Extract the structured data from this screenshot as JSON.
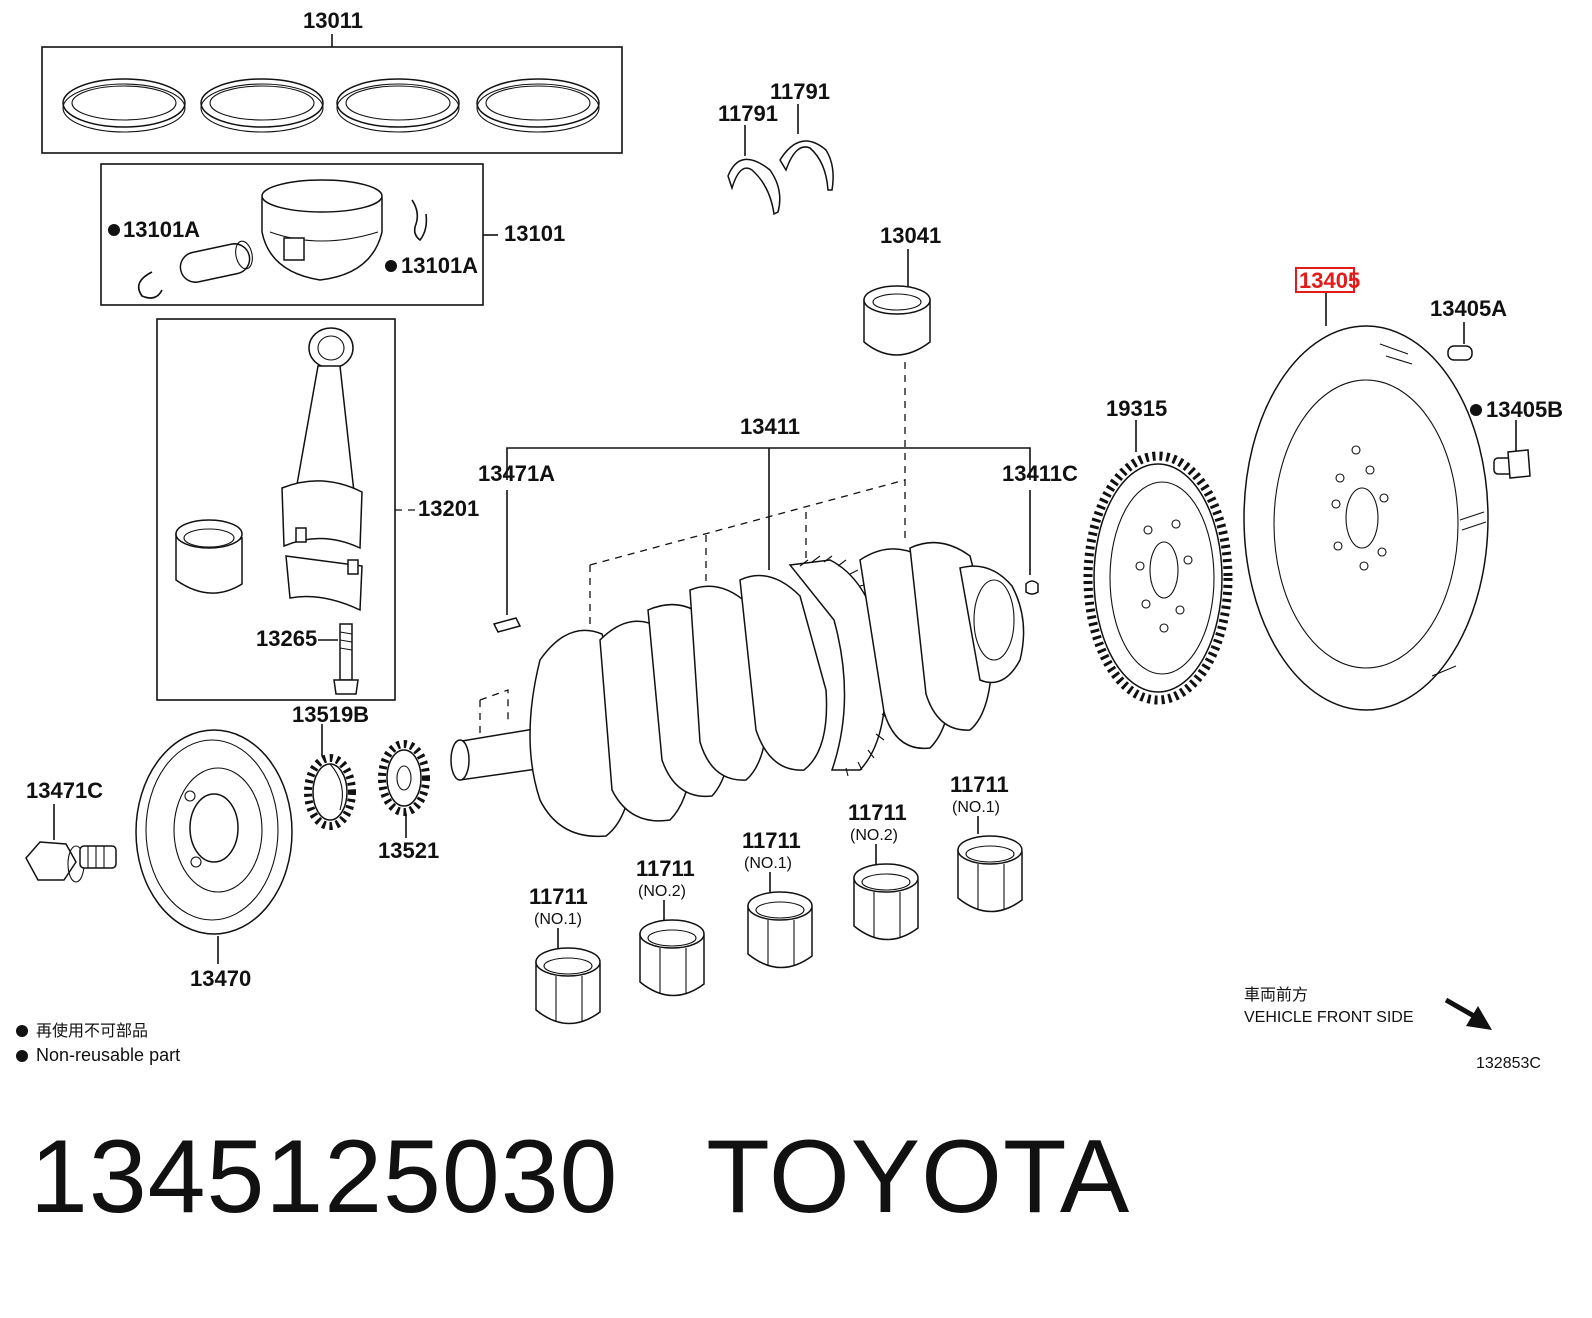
{
  "labels": {
    "p13011": "13011",
    "p13101": "13101",
    "p13101a_left": "13101A",
    "p13101a_right": "13101A",
    "p13201": "13201",
    "p13265": "13265",
    "p11791_left": "11791",
    "p11791_right": "11791",
    "p13041": "13041",
    "p13411": "13411",
    "p13471a": "13471A",
    "p13411c": "13411C",
    "p19315": "19315",
    "p13405": "13405",
    "p13405a": "13405A",
    "p13405b": "13405B",
    "p13519b": "13519B",
    "p13521": "13521",
    "p13471c": "13471C",
    "p13470": "13470",
    "b1_num": "11711",
    "b1_sub": "(NO.1)",
    "b2_num": "11711",
    "b2_sub": "(NO.2)",
    "b3_num": "11711",
    "b3_sub": "(NO.1)",
    "b4_num": "11711",
    "b4_sub": "(NO.2)",
    "b5_num": "11711",
    "b5_sub": "(NO.1)"
  },
  "legend": {
    "line_jp": "再使用不可部品",
    "line_en": "Non-reusable part"
  },
  "direction": {
    "jp": "車両前方",
    "en": "VEHICLE FRONT SIDE"
  },
  "diagram_code": "132853C",
  "highlighted_part": "13405",
  "highlight_color": "#e21b1b",
  "footer": {
    "part_number": "1345125030",
    "brand": "TOYOTA"
  }
}
